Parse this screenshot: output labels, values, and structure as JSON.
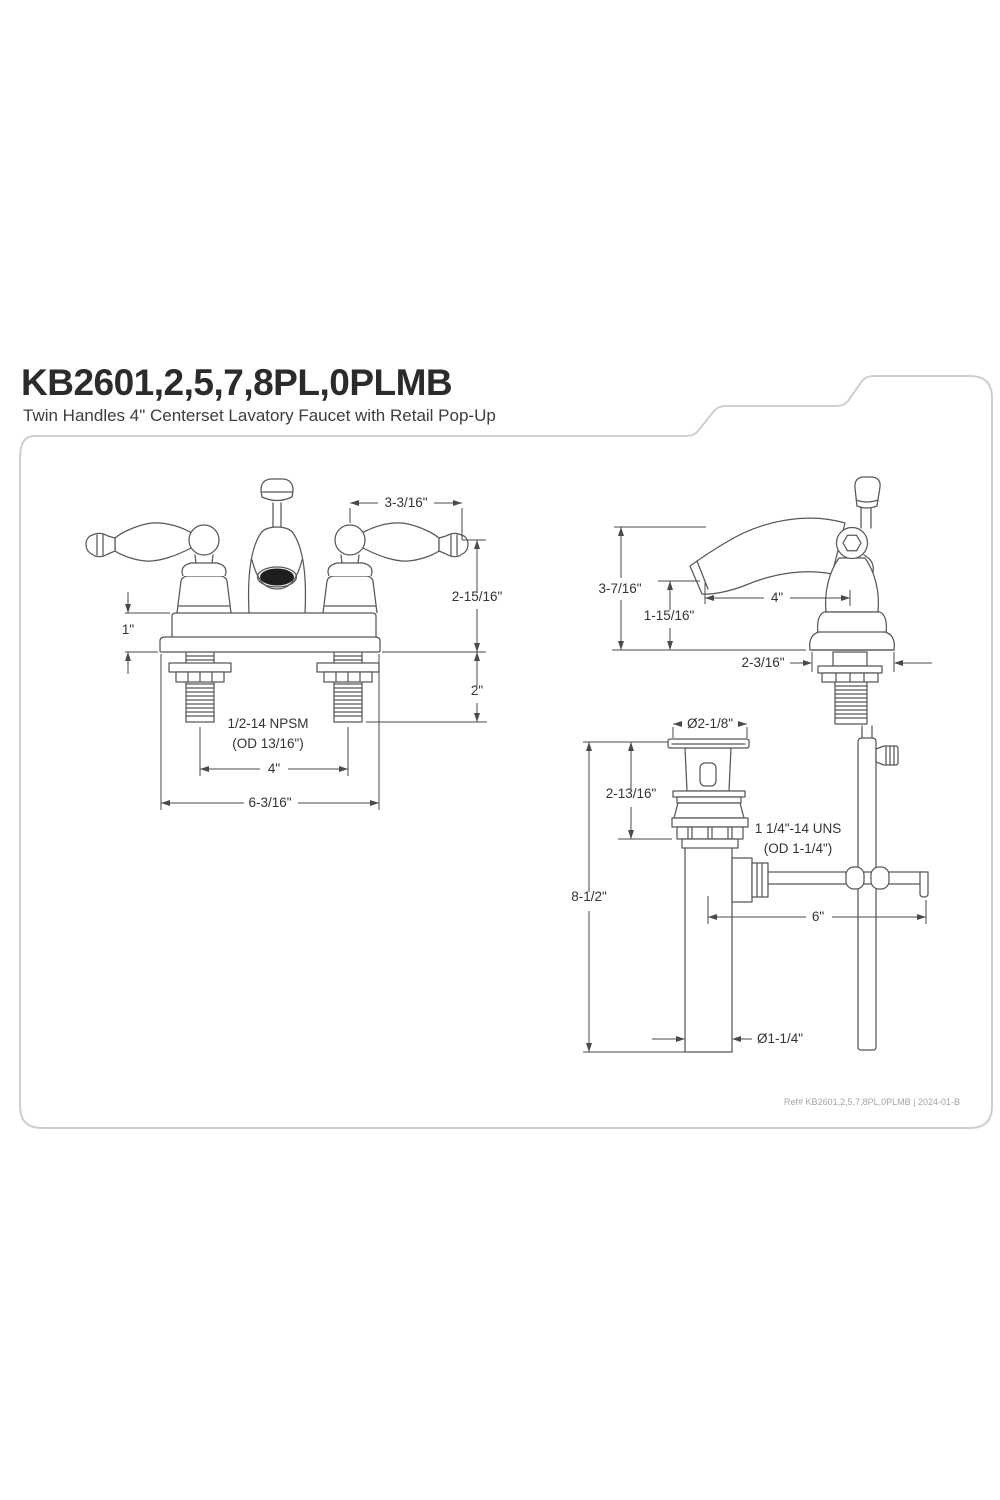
{
  "header": {
    "title": "KB2601,2,5,7,8PL,0PLMB",
    "subtitle": "Twin Handles 4\" Centerset Lavatory Faucet with Retail Pop-Up"
  },
  "front_view": {
    "dims": {
      "handle_span": "3-3/16\"",
      "height_above_deck": "2-15/16\"",
      "deck_thickness": "1\"",
      "shank_length": "2\"",
      "shank_thread_1": "1/2-14 NPSM",
      "shank_thread_2": "(OD 13/16\")",
      "faucet_centers": "4\"",
      "deckplate_width": "6-3/16\""
    }
  },
  "side_view": {
    "dims": {
      "overall_height": "3-7/16\"",
      "spout_reach": "4\"",
      "spout_clearance": "1-15/16\"",
      "base_depth": "2-3/16\""
    }
  },
  "popup_drain": {
    "dims": {
      "flange_diameter": "Ø2-1/8\"",
      "flange_to_nut": "2-13/16\"",
      "drain_thread_1": "1 1/4\"-14 UNS",
      "drain_thread_2": "(OD 1-1/4\")",
      "overall_length": "8-1/2\"",
      "pivot_rod_length": "6\"",
      "tailpiece_diameter": "Ø1-1/4\""
    }
  },
  "footer": {
    "ref_text": "Ref# KB2601,2,5,7,8PL,0PLMB | 2024-01-B"
  },
  "colors": {
    "line": "#585858",
    "dimension": "#4a4a4a",
    "border": "#cfcfcf",
    "aerator_fill": "#1e1e1e"
  }
}
